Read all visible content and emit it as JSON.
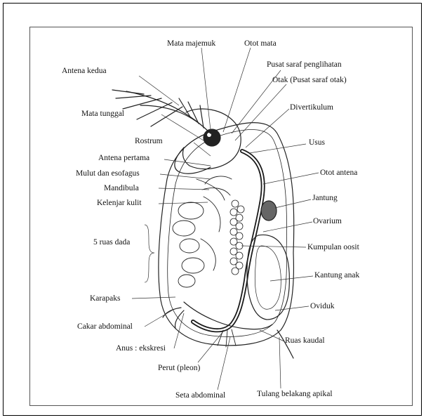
{
  "labels": {
    "mata_majemuk": "Mata majemuk",
    "otot_mata": "Otot mata",
    "antena_kedua": "Antena kedua",
    "pusat_saraf_penglihatan": "Pusat saraf penglihatan",
    "otak": "Otak (Pusat saraf otak)",
    "divertikulum": "Divertikulum",
    "mata_tunggal": "Mata tunggal",
    "rostrum": "Rostrum",
    "usus": "Usus",
    "antena_pertama": "Antena pertama",
    "otot_antena": "Otot antena",
    "mulut_esofagus": "Mulut dan esofagus",
    "mandibula": "Mandibula",
    "jantung": "Jantung",
    "kelenjar_kulit": "Kelenjar kulit",
    "ovarium": "Ovarium",
    "ruas_dada": "5 ruas dada",
    "kumpulan_oosit": "Kumpulan oosit",
    "kantung_anak": "Kantung anak",
    "karapaks": "Karapaks",
    "oviduk": "Oviduk",
    "cakar_abdominal": "Cakar abdominal",
    "ruas_kaudal": "Ruas kaudal",
    "anus": "Anus : ekskresi",
    "perut": "Perut (pleon)",
    "seta_abdominal": "Seta abdominal",
    "tulang_belakang": "Tulang belakang apikal"
  }
}
